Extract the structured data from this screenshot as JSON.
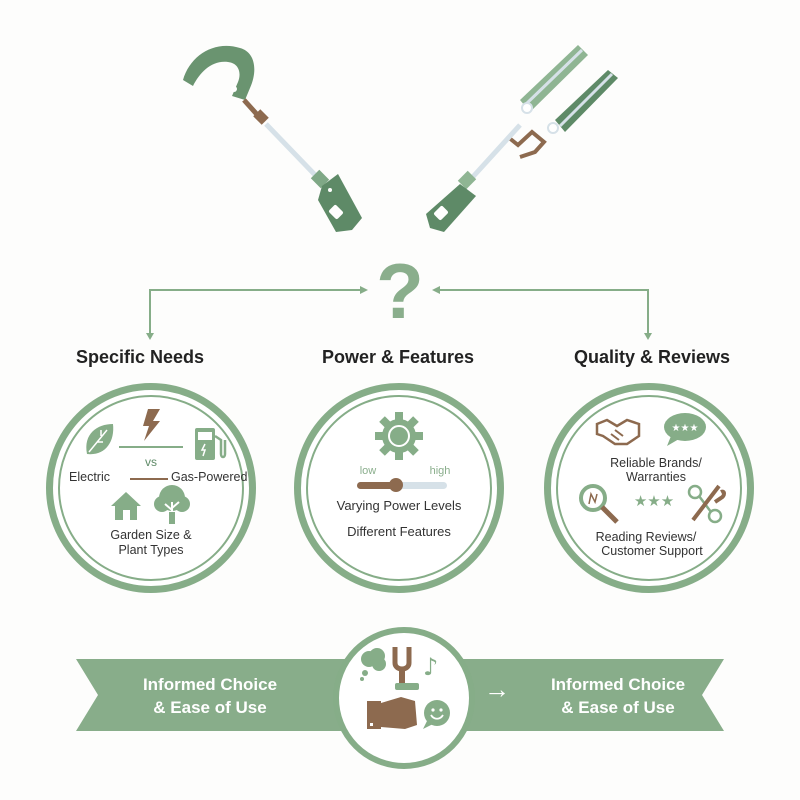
{
  "colors": {
    "primary_green": "#86ad88",
    "dark_green": "#5e8a67",
    "brown": "#8d6a4f",
    "light_blue": "#d6e1e8",
    "text_dark": "#222222",
    "banner_text": "#ffffff"
  },
  "top": {
    "tools": [
      "hedge-trimmer-hook-icon",
      "hedge-shears-icon"
    ],
    "center_symbol": "?"
  },
  "sections": [
    {
      "title": "Specific Needs",
      "icons": [
        "leaf-icon",
        "lightning-icon",
        "fuel-pump-icon",
        "house-icon",
        "tree-icon"
      ],
      "vs_label": "vs",
      "left_option": "Electric",
      "right_option": "Gas-Powered",
      "caption_line1": "Garden Size &",
      "caption_line2": "Plant Types"
    },
    {
      "title": "Power & Features",
      "icons": [
        "gear-icon",
        "slider-icon"
      ],
      "slider_low": "low",
      "slider_high": "high",
      "slider_value_pct": 35,
      "line1": "Varying Power Levels",
      "line2": "Different Features"
    },
    {
      "title": "Quality & Reviews",
      "icons": [
        "handshake-icon",
        "rating-bubble-icon",
        "magnifier-icon",
        "tools-icon"
      ],
      "line1": "Reliable Brands/",
      "line2": "Warranties",
      "stars": "★★★",
      "bubble_stars": "★★★",
      "line3": "Reading Reviews/",
      "line4": "Customer Support"
    }
  ],
  "bottom": {
    "left_banner_line1": "Informed Choice",
    "left_banner_line2": "& Ease of Use",
    "arrow": "→",
    "right_banner_line1": "Informed Choice",
    "right_banner_line2": "& Ease of Use",
    "center_icons": [
      "thought-cloud-icon",
      "hand-holding-tool-icon",
      "music-note-icon",
      "smiley-bubble-icon"
    ],
    "music_note": "♪"
  }
}
